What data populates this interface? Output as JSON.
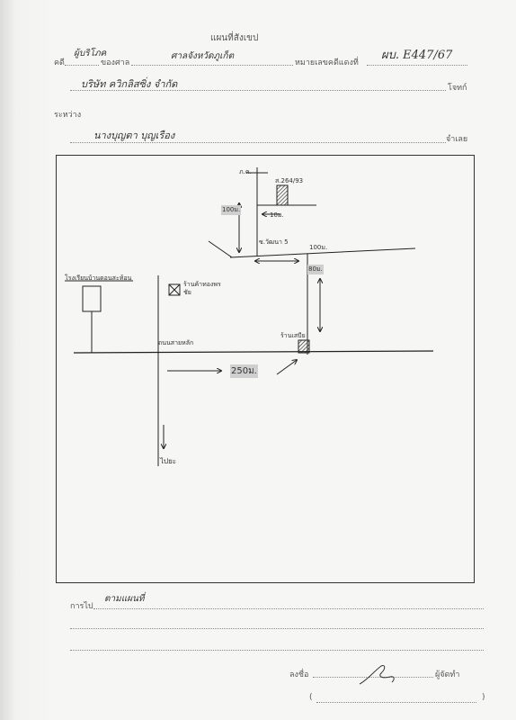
{
  "header": {
    "title": "แผนที่สังเขป",
    "case_label": "คดี",
    "case_type": "ผู้บริโภค",
    "court_label": "ของศาล",
    "court_name": "ศาลจังหวัดภูเก็ต",
    "case_no_label": "หมายเลขคดีแดงที่",
    "case_no_value": "ผบ. E447/67",
    "plaintiff_value": "บริษัท ควิกลิสซิ่ง จำกัด",
    "plaintiff_label": "โจทก์",
    "between_label": "ระหว่าง",
    "defendant_value": "นางบุญตา บุญเรือง",
    "defendant_label": "จำเลย"
  },
  "map": {
    "label_house_no": "ส.264/93",
    "label_kk": "ภ.ค.",
    "label_100m_v": "100ม.",
    "label_10m": "10ม.",
    "label_soi": "ซ.วัฒนา 5",
    "label_100m_h": "100ม.",
    "label_80m": "80ม.",
    "label_school": "โรงเรียนบ้านดอนสะท้อน",
    "label_shop": "ร้านค้าทองพรชัย",
    "label_gate": "ร้านเสบีย",
    "label_road": "ถนนสายหลัก",
    "label_250m": "250ม.",
    "label_to": "ไปยะ"
  },
  "footer": {
    "directions_label": "การไป",
    "directions_value": "ตามแผนที่",
    "sign_label": "ลงชื่อ",
    "sign_role": "ผู้จัดทำ",
    "paren_open": "(",
    "paren_close": ")"
  }
}
